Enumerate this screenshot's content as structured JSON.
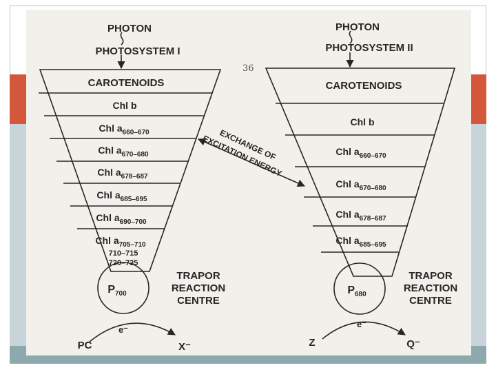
{
  "slide": {
    "number": "36",
    "colors": {
      "accent": "#d3573a",
      "side_panel": "#c8d4da",
      "bottom_bar": "#8ea9ad",
      "paper": "#f2f0ea",
      "ink": "#262626"
    }
  },
  "diagram": {
    "left": {
      "photon": "PHOTON",
      "system": "PHOTOSYSTEM I",
      "layers": {
        "carotenoids": "CAROTENOIDS",
        "chl_b": "Chl b",
        "a1": {
          "base": "Chl a",
          "sub": "660–670"
        },
        "a2": {
          "base": "Chl a",
          "sub": "670–680"
        },
        "a3": {
          "base": "Chl a",
          "sub": "678–687"
        },
        "a4": {
          "base": "Chl a",
          "sub": "685–695"
        },
        "a5": {
          "base": "Chl a",
          "sub": "690–700"
        },
        "a6": {
          "base": "Chl a",
          "sub": "705–710"
        },
        "extra_1": "710–715",
        "extra_2": "720–735"
      },
      "reaction": {
        "base": "P",
        "sub": "700"
      },
      "trap": [
        "TRAPOR",
        "REACTION",
        "CENTRE"
      ],
      "electron": "e⁻",
      "donor": "PC",
      "acceptor": "X⁻"
    },
    "right": {
      "photon": "PHOTON",
      "system": "PHOTOSYSTEM II",
      "layers": {
        "carotenoids": "CAROTENOIDS",
        "chl_b": "Chl b",
        "a1": {
          "base": "Chl a",
          "sub": "660–670"
        },
        "a2": {
          "base": "Chl a",
          "sub": "670–680"
        },
        "a3": {
          "base": "Chl a",
          "sub": "678–687"
        },
        "a4": {
          "base": "Chl a",
          "sub": "685–695"
        }
      },
      "reaction": {
        "base": "P",
        "sub": "680"
      },
      "trap": [
        "TRAPOR",
        "REACTION",
        "CENTRE"
      ],
      "electron": "e⁻",
      "donor": "Z",
      "acceptor": "Q⁻"
    },
    "exchange": [
      "EXCHANGE OF",
      "EXCITATION ENERGY"
    ]
  }
}
